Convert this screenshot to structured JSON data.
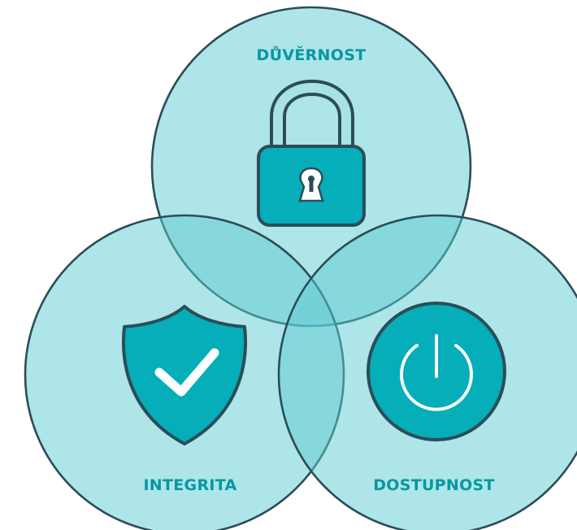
{
  "diagram": {
    "top_label": "DŮVĚRNOST",
    "left_label": "INTEGRITA",
    "right_label": "DOSTUPNOST",
    "top_icon": "padlock-icon",
    "left_icon": "shield-check-icon",
    "right_icon": "power-icon"
  },
  "colors": {
    "circle_fill": "#a8e2e6",
    "overlap_fill": "#6acfd5",
    "icon_fill": "#05aeb9",
    "outline": "#2b4d58",
    "label": "#0797a2"
  }
}
